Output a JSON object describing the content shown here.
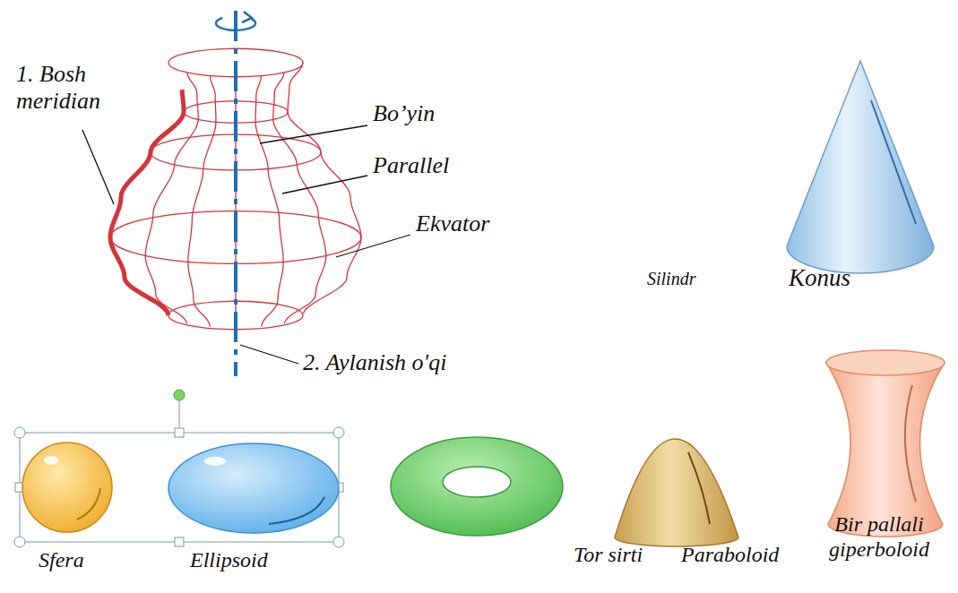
{
  "diagram": {
    "labels": [
      "1. Bosh meridian",
      "Bo’yin",
      "Parallel",
      "Ekvator",
      "2. Aylanish o'qi",
      "Silindr",
      "Konus",
      "Sfera",
      "Ellipsoid",
      "Tor sirti",
      "Paraboloid",
      "Bir pallali giperboloid"
    ]
  }
}
